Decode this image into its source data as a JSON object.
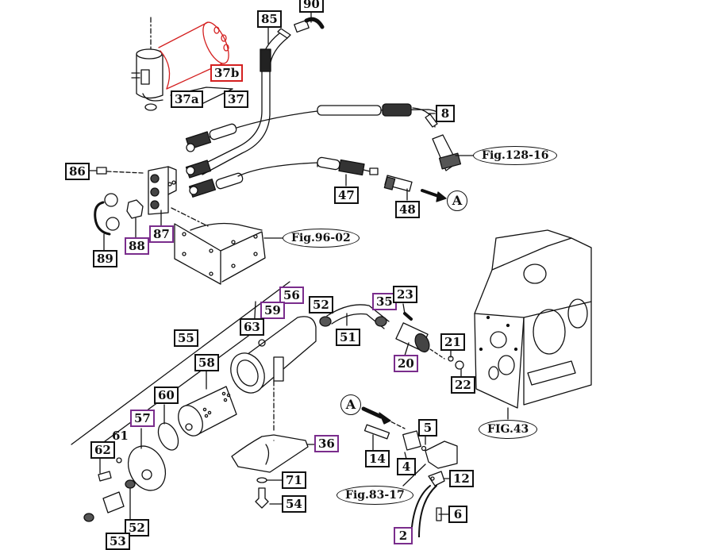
{
  "diagram": {
    "title": "Hydraulic filter and piping exploded parts diagram",
    "colors": {
      "line": "#111111",
      "highlight_red": "#d42020",
      "highlight_purple": "#7a2d8c",
      "background": "#ffffff"
    },
    "callouts": {
      "c90": "90",
      "c85": "85",
      "c37b": "37b",
      "c37a": "37a",
      "c37": "37",
      "c8": "8",
      "c86": "86",
      "c47": "47",
      "c48": "48",
      "c87": "87",
      "c88": "88",
      "c89": "89",
      "c56": "56",
      "c52a": "52",
      "c35": "35",
      "c23": "23",
      "c59": "59",
      "c63": "63",
      "c51": "51",
      "c55": "55",
      "c21": "21",
      "c20": "20",
      "c58": "58",
      "c22": "22",
      "c60": "60",
      "c57": "57",
      "c61": "61",
      "c62": "62",
      "c5": "5",
      "c36": "36",
      "c14": "14",
      "c4": "4",
      "c71": "71",
      "c12": "12",
      "c54": "54",
      "c6": "6",
      "c52b": "52",
      "c2": "2",
      "c53": "53"
    },
    "figure_refs": {
      "fig128": "Fig.128-16",
      "fig96": "Fig.96-02",
      "fig43": "FIG.43",
      "fig83": "Fig.83-17"
    },
    "view_markers": {
      "a_top": "A",
      "a_bottom": "A"
    }
  }
}
